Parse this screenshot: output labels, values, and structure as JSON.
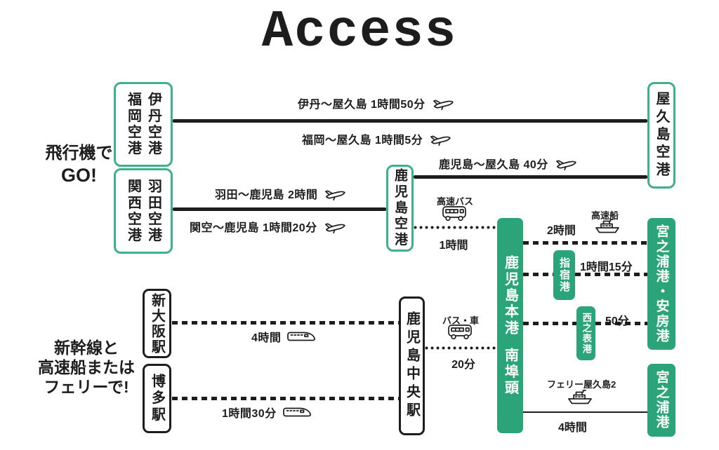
{
  "title": "Access",
  "colors": {
    "green_fill": "#2aa478",
    "green_border": "#3eb18c",
    "ink": "#1d1d1d",
    "background": "#ffffff"
  },
  "air_section": {
    "line1": "飛行機で",
    "line2": "GO!"
  },
  "ground_section": {
    "line1": "新幹線と",
    "line2": "高速船または",
    "line3": "フェリーで!"
  },
  "nodes": {
    "itami_fukuoka": {
      "columns": [
        "伊丹空港",
        "福岡空港"
      ]
    },
    "haneda_kansai": {
      "columns": [
        "羽田空港",
        "関西空港"
      ]
    },
    "kagoshima_airport": "鹿児島空港",
    "yakushima_airport": "屋久島空港",
    "shin_osaka_station": "新大阪駅",
    "hakata_station": "博多駅",
    "kagoshima_chuo_station": "鹿児島中央駅",
    "kagoshima_port": {
      "main": "鹿児島本港",
      "sub": "南埠頭"
    },
    "ibusuki_port": "指宿港",
    "nishinoomote_port": "西之表港",
    "miyanoura_anbo_port": "宮之浦港・安房港",
    "miyanoura_port": "宮之浦港"
  },
  "routes": {
    "itami_yakushima": "伊丹〜屋久島 1時間50分",
    "fukuoka_yakushima": "福岡〜屋久島 1時間5分",
    "haneda_kagoshima": "羽田〜鹿児島 2時間",
    "kanku_kagoshima": "関空〜鹿児島 1時間20分",
    "kagoshima_yakushima": "鹿児島〜屋久島 40分",
    "highway_bus": {
      "vehicle": "高速バス",
      "time": "1時間"
    },
    "speedboat": {
      "vehicle": "高速船",
      "time": "2時間"
    },
    "via_ibusuki": {
      "time": "1時間15分"
    },
    "via_nishinoomote": {
      "time": "50分"
    },
    "ferry": {
      "vehicle": "フェリー屋久島2",
      "time": "4時間"
    },
    "shinkansen_shin_osaka": {
      "time": "4時間"
    },
    "shinkansen_hakata": {
      "time": "1時間30分"
    },
    "bus_car": {
      "vehicle": "バス・車",
      "time": "20分"
    }
  }
}
